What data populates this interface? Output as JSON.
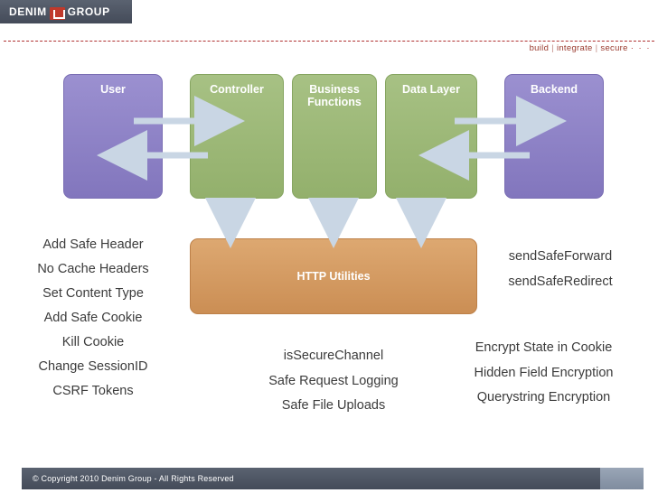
{
  "header": {
    "logo_first": "DENIM",
    "logo_last": "GROUP",
    "logo_icon": "denim-group-mark",
    "tagline_items": [
      "build",
      "integrate",
      "secure"
    ],
    "tagline_separator": "|",
    "tagline_dots": "· · ·"
  },
  "diagram": {
    "boxes": [
      {
        "id": "user",
        "label": "User",
        "color": "#8b7fc4"
      },
      {
        "id": "controller",
        "label": "Controller",
        "color": "#9ab776"
      },
      {
        "id": "business",
        "label": "Business\nFunctions",
        "color": "#9ab776"
      },
      {
        "id": "datalayer",
        "label": "Data Layer",
        "color": "#9ab776"
      },
      {
        "id": "backend",
        "label": "Backend",
        "color": "#8b7fc4"
      },
      {
        "id": "http",
        "label": "HTTP Utilities",
        "color": "#d49a62"
      }
    ],
    "arrow_color": "#c9d6e4"
  },
  "lists": {
    "left": [
      "Add Safe Header",
      "No Cache Headers",
      "Set Content Type",
      "Add Safe Cookie",
      "Kill Cookie",
      "Change SessionID",
      "CSRF Tokens"
    ],
    "center": [
      "isSecureChannel",
      "Safe Request Logging",
      "Safe File Uploads"
    ],
    "right_top": [
      "sendSafeForward",
      "sendSafeRedirect"
    ],
    "right_bottom": [
      "Encrypt State in Cookie",
      "Hidden Field Encryption",
      "Querystring Encryption"
    ]
  },
  "footer": {
    "copyright": "© Copyright 2010 Denim Group - All Rights Reserved"
  }
}
